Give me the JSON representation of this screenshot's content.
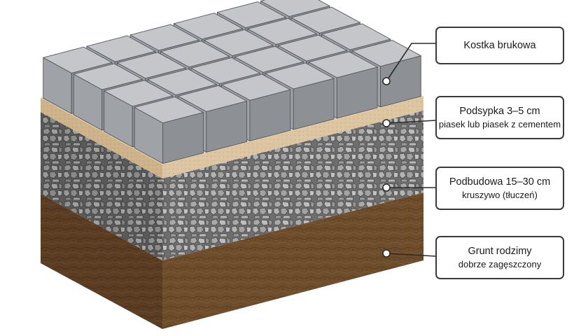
{
  "labels": [
    {
      "line1": "Kostka brukowa",
      "line2": ""
    },
    {
      "line1": "Podsypka 3–5 cm",
      "line2": "piasek lub piasek z cementem"
    },
    {
      "line1": "Podbudowa 15–30 cm",
      "line2": "kruszywo (tłuczeń)"
    },
    {
      "line1": "Grunt rodzimy",
      "line2": "dobrze zagęszczony"
    }
  ],
  "colors": {
    "paver_top": "#c4c6c9",
    "paver_left": "#9fa2a6",
    "paver_front": "#8d9094",
    "sand": "#d9c19b",
    "gravel": "#8e8e8e",
    "soil": "#6b4a2b",
    "leader": "#2a2a2a"
  }
}
